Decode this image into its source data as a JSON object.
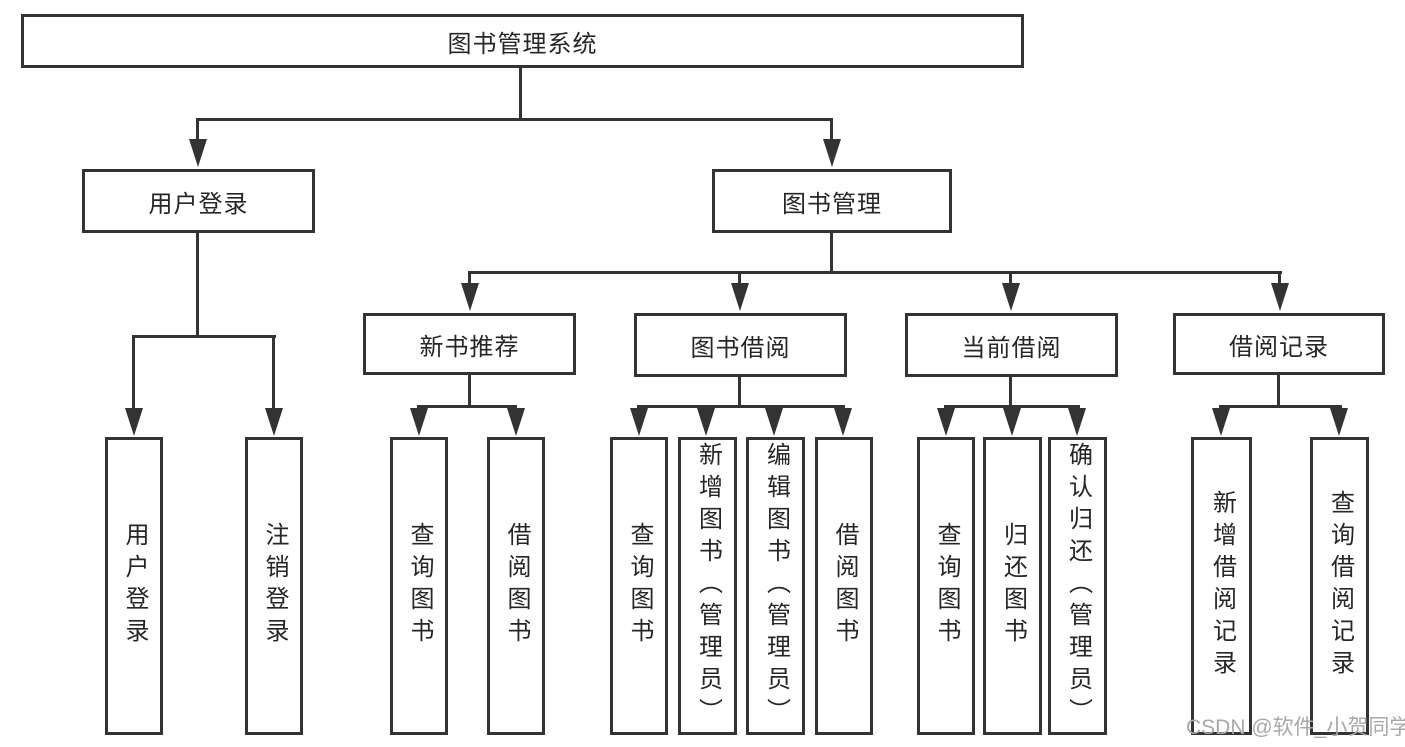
{
  "diagram_title": "图书管理系统",
  "tree": {
    "root": {
      "label": "图书管理系统"
    },
    "branches": [
      {
        "label": "用户登录",
        "children": [
          {
            "label": "用户登录"
          },
          {
            "label": "注销登录"
          }
        ]
      },
      {
        "label": "图书管理",
        "children": [
          {
            "label": "新书推荐",
            "children": [
              {
                "label": "查询图书"
              },
              {
                "label": "借阅图书"
              }
            ]
          },
          {
            "label": "图书借阅",
            "children": [
              {
                "label": "查询图书"
              },
              {
                "label": "新增图书（管理员）"
              },
              {
                "label": "编辑图书（管理员）"
              },
              {
                "label": "借阅图书"
              }
            ]
          },
          {
            "label": "当前借阅",
            "children": [
              {
                "label": "查询图书"
              },
              {
                "label": "归还图书"
              },
              {
                "label": "确认归还（管理员）"
              }
            ]
          },
          {
            "label": "借阅记录",
            "children": [
              {
                "label": "新增借阅记录"
              },
              {
                "label": "查询借阅记录"
              }
            ]
          }
        ]
      }
    ]
  },
  "watermark": {
    "text": "CSDN @软件_小贺同学"
  },
  "colors": {
    "line": "#333333",
    "box_border": "#333333",
    "box_background": "#ffffff",
    "text": "#262626",
    "watermark_text": "#a8a8a8",
    "background": "#ffffff"
  }
}
